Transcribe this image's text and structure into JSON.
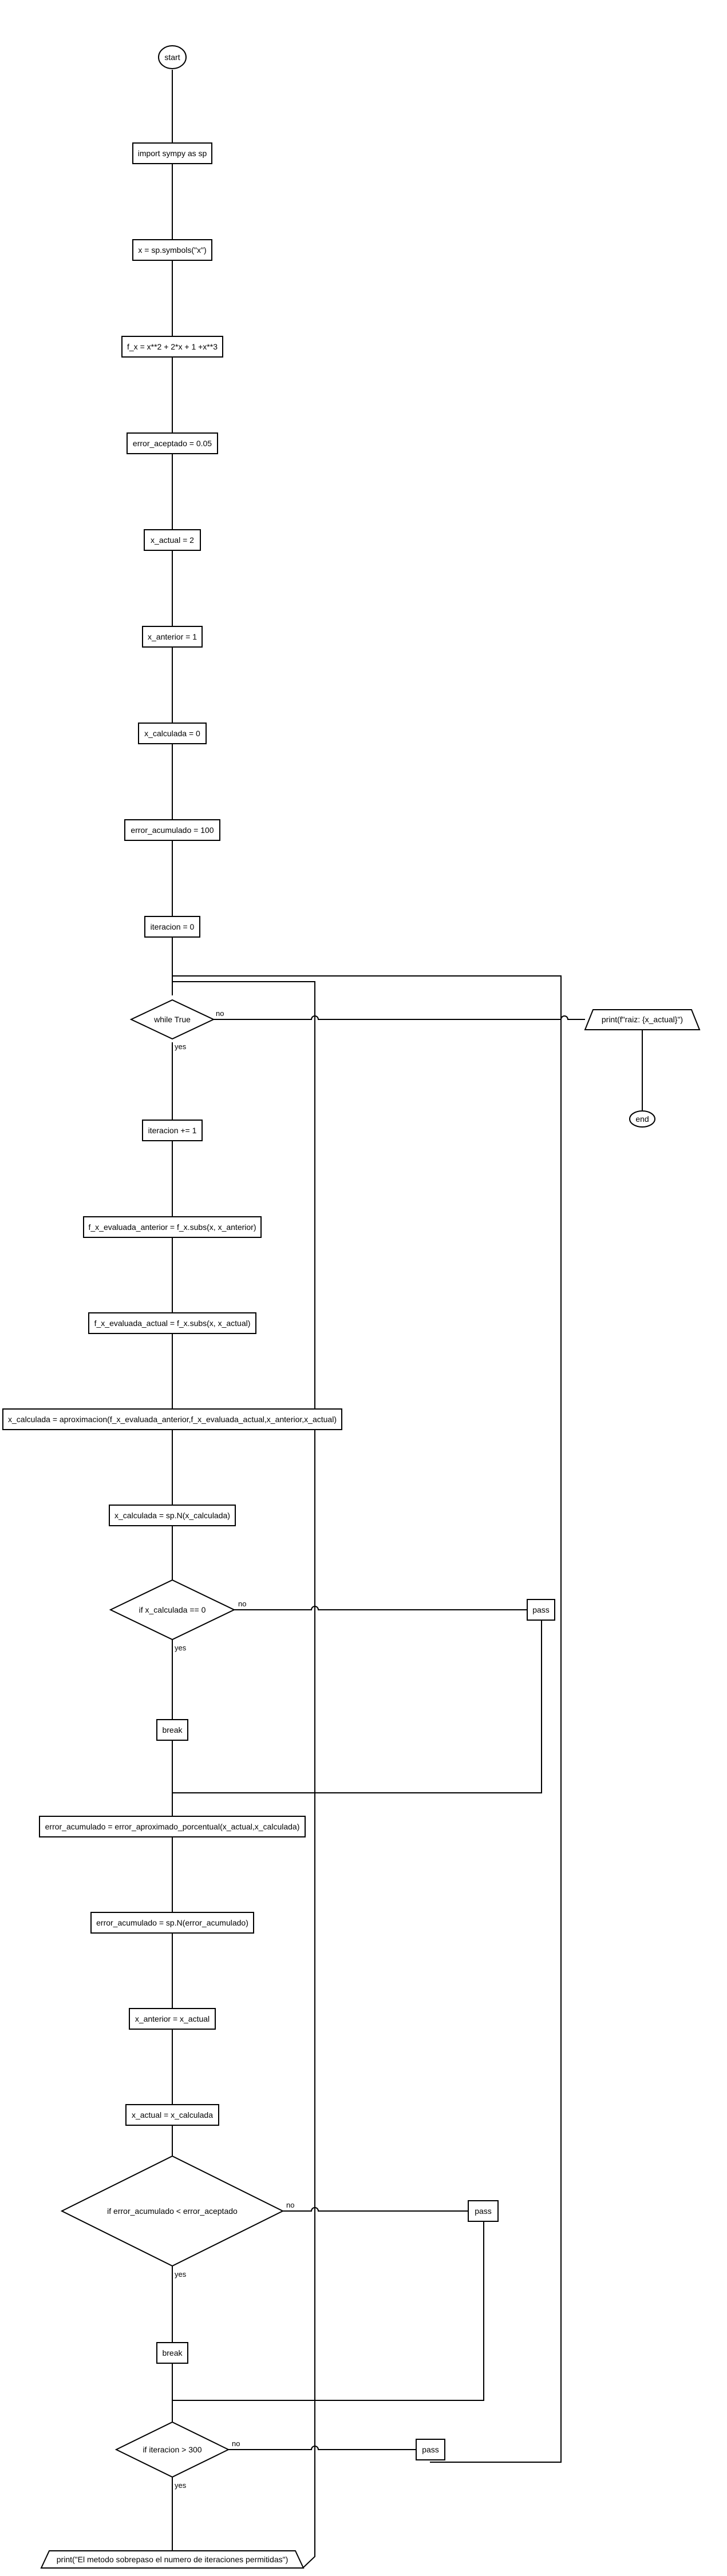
{
  "diagram": {
    "start": "start",
    "end": "end",
    "steps": {
      "import": "import sympy as sp",
      "symbols": "x = sp.symbols(\"x\")",
      "fx": "f_x = x**2 + 2*x + 1 +x**3",
      "error_aceptado": "error_aceptado = 0.05",
      "x_actual": "x_actual = 2",
      "x_anterior": "x_anterior = 1",
      "x_calculada": "x_calculada = 0",
      "error_acumulado": "error_acumulado = 100",
      "iteracion": "iteracion = 0",
      "iteracion_inc": "iteracion += 1",
      "f_ant": "f_x_evaluada_anterior = f_x.subs(x, x_anterior)",
      "f_act": "f_x_evaluada_actual = f_x.subs(x, x_actual)",
      "aprox": "x_calculada = aproximacion(f_x_evaluada_anterior,f_x_evaluada_actual,x_anterior,x_actual)",
      "spn_x": "x_calculada = sp.N(x_calculada)",
      "break1": "break",
      "err_aprox": "error_acumulado = error_aproximado_porcentual(x_actual,x_calculada)",
      "spn_err": "error_acumulado = sp.N(error_acumulado)",
      "assign_ant": "x_anterior = x_actual",
      "assign_act": "x_actual = x_calculada",
      "break2": "break",
      "pass1": "pass",
      "pass2": "pass",
      "pass3": "pass"
    },
    "decisions": {
      "while": "while True",
      "if_zero": "if x_calculada == 0",
      "if_error": "if error_acumulado < error_aceptado",
      "if_iter": "if iteracion > 300"
    },
    "outputs": {
      "print_root": "print(f\"raiz: {x_actual}\")",
      "print_msg": "print(\"El metodo sobrepaso el numero de iteraciones permitidas\")"
    },
    "edge_labels": {
      "yes": "yes",
      "no": "no"
    }
  }
}
